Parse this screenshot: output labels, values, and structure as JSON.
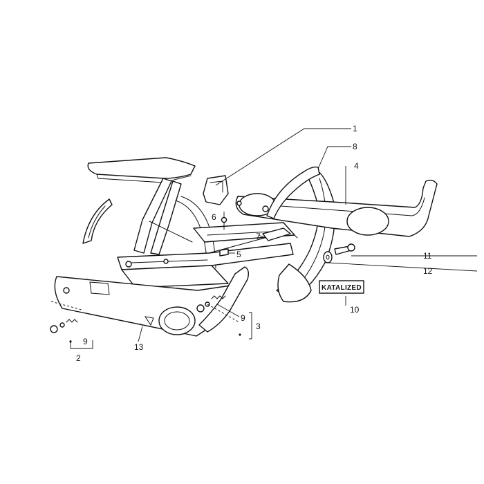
{
  "labels": {
    "p1": "1",
    "p2": "2",
    "p3": "3",
    "p4": "4",
    "p5": "5",
    "p6": "6",
    "p7": "7",
    "p8": "8",
    "p9a": "9",
    "p9b": "9",
    "p10": "10",
    "p11": "11",
    "p12": "12",
    "p13": "13"
  },
  "badge": {
    "text": "KATALIZED"
  },
  "colors": {
    "line": "#111111",
    "background": "#ffffff"
  }
}
